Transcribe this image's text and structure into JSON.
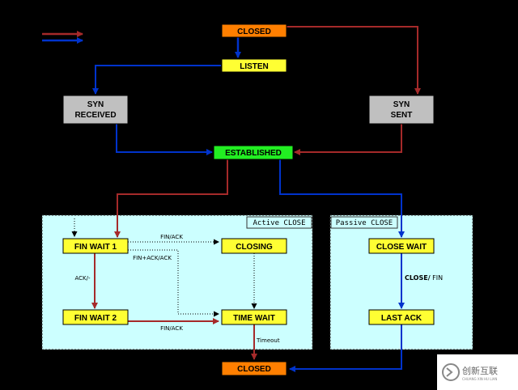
{
  "colors": {
    "background": "#000000",
    "red_arrow": "#a52a2a",
    "blue_arrow": "#0033cc",
    "closed_fill": "#ff7f00",
    "yellow_fill": "#ffff33",
    "gray_fill": "#c0c0c0",
    "established_fill": "#22ee22",
    "group_fill": "#ccffff"
  },
  "legend": {
    "items": [
      {
        "name": "red-arrow",
        "color": "#a52a2a"
      },
      {
        "name": "blue-arrow",
        "color": "#0033cc"
      }
    ]
  },
  "groups": {
    "active": {
      "label": "Active CLOSE"
    },
    "passive": {
      "label": "Passive CLOSE"
    }
  },
  "states": {
    "closed_top": "CLOSED",
    "listen": "LISTEN",
    "syn_received_1": "SYN",
    "syn_received_2": "RECEIVED",
    "syn_sent_1": "SYN",
    "syn_sent_2": "SENT",
    "established": "ESTABLISHED",
    "fin_wait_1": "FIN WAIT 1",
    "closing": "CLOSING",
    "fin_wait_2": "FIN WAIT 2",
    "time_wait": "TIME WAIT",
    "close_wait": "CLOSE WAIT",
    "last_ack": "LAST ACK",
    "closed_bottom": "CLOSED"
  },
  "edges": {
    "fin_ack_1": "FIN/ACK",
    "fin_plus_ack_ack": "FIN+ACK/ACK",
    "ack": "ACK/-",
    "fin_ack_2": "FIN/ACK",
    "timeout": "Timeout",
    "close_fin_bold": "CLOSE/",
    "close_fin_rest": " FIN"
  },
  "watermark": {
    "text": "创新互联",
    "sub": "CHUANG XIN HU LIAN"
  }
}
